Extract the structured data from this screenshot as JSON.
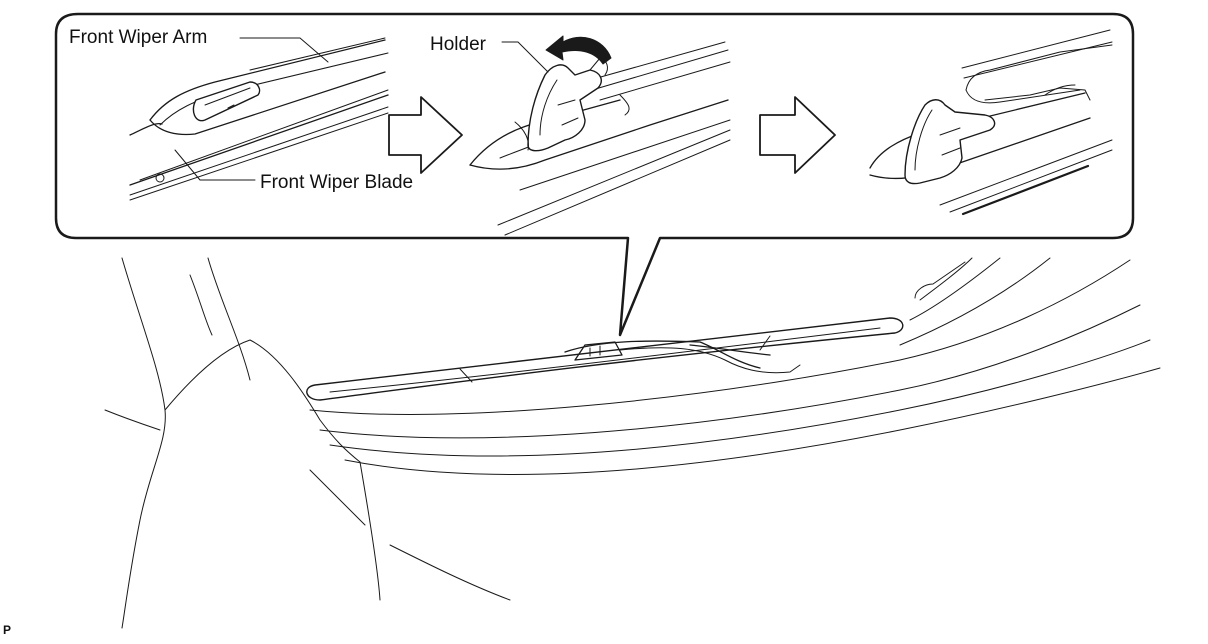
{
  "callouts": {
    "front_wiper_arm": "Front Wiper Arm",
    "holder": "Holder",
    "front_wiper_blade": "Front Wiper Blade"
  },
  "figure_code": "P"
}
